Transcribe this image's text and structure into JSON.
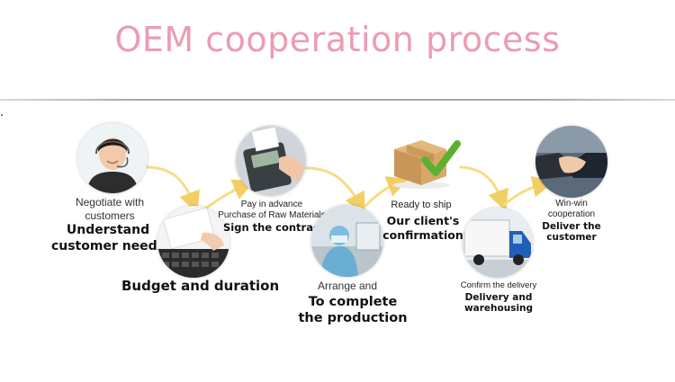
{
  "title": "OEM cooperation process",
  "steps": {
    "s1_small_a": "Negotiate with",
    "s1_small_b": "customers",
    "s1_big_a": "Understand",
    "s1_big_b": "customer needs",
    "s2_big": "Budget and duration",
    "s3_small_a": "Pay in advance",
    "s3_small_b": "Purchase of Raw Materials",
    "s3_big": "Sign the contract",
    "s4_small": "Arrange and",
    "s4_big_a": "To complete",
    "s4_big_b": "the production",
    "s5_small": "Ready to ship",
    "s5_big_a": "Our client's",
    "s5_big_b": "confirmation",
    "s6_small": "Confirm the delivery",
    "s6_big_a": "Delivery and",
    "s6_big_b": "warehousing",
    "s7_small_a": "Win-win",
    "s7_small_b": "cooperation",
    "s7_big_a": "Deliver the",
    "s7_big_b": "customer"
  },
  "colors": {
    "title": "#ec9cb2",
    "arrow": "#f6dc86"
  },
  "icons": [
    "customer-service-agent-photo",
    "keyboard-and-paper-photo",
    "card-payment-terminal-photo",
    "factory-worker-photo",
    "package-checkmark-photo",
    "delivery-truck-photo",
    "handshake-photo"
  ]
}
